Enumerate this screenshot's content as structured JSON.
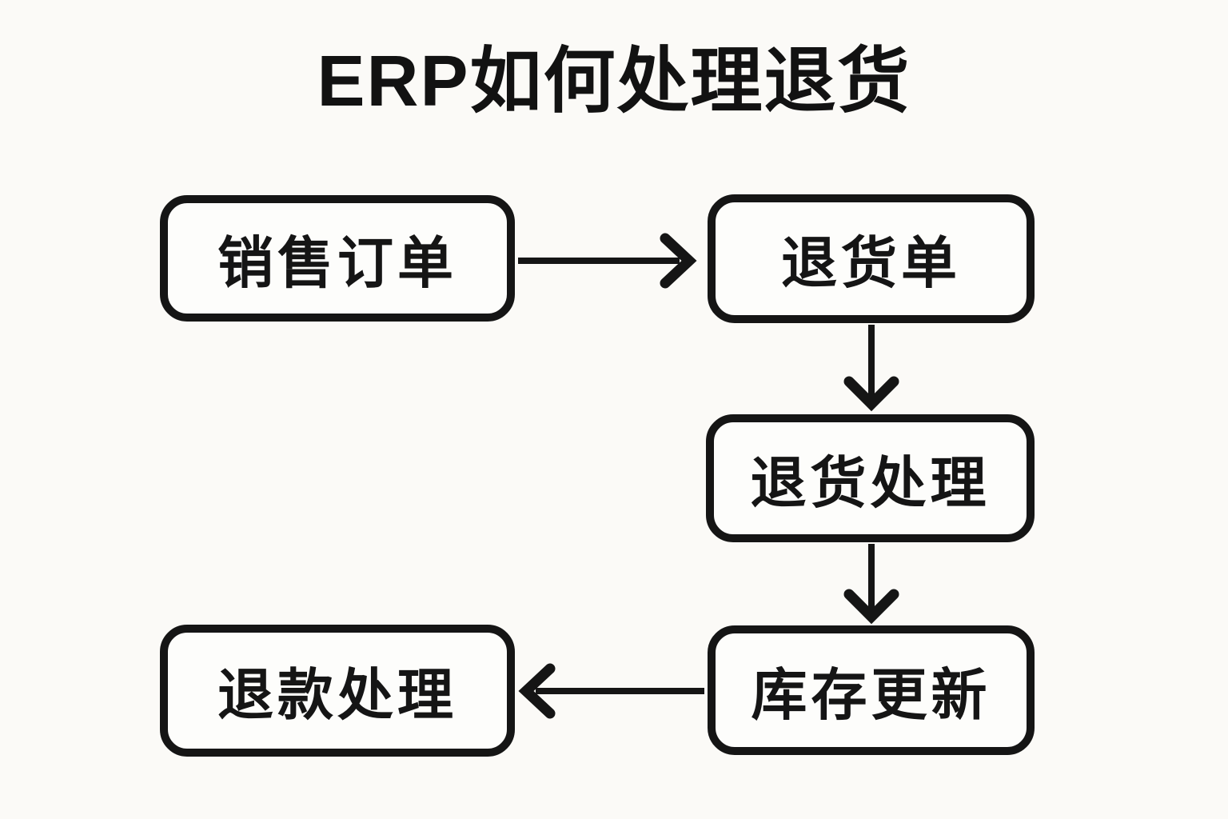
{
  "title": "ERP如何处理退货",
  "colors": {
    "background": "#fbfaf7",
    "node_fill": "#fdfdfb",
    "stroke": "#151515",
    "text": "#151515"
  },
  "nodes": [
    {
      "id": "sales-order",
      "label": "销售订单"
    },
    {
      "id": "return-order",
      "label": "退货单"
    },
    {
      "id": "return-processing",
      "label": "退货处理"
    },
    {
      "id": "inventory-update",
      "label": "库存更新"
    },
    {
      "id": "refund-processing",
      "label": "退款处理"
    }
  ],
  "edges": [
    {
      "from": "sales-order",
      "to": "return-order",
      "direction": "right"
    },
    {
      "from": "return-order",
      "to": "return-processing",
      "direction": "down"
    },
    {
      "from": "return-processing",
      "to": "inventory-update",
      "direction": "down"
    },
    {
      "from": "inventory-update",
      "to": "refund-processing",
      "direction": "left"
    }
  ]
}
